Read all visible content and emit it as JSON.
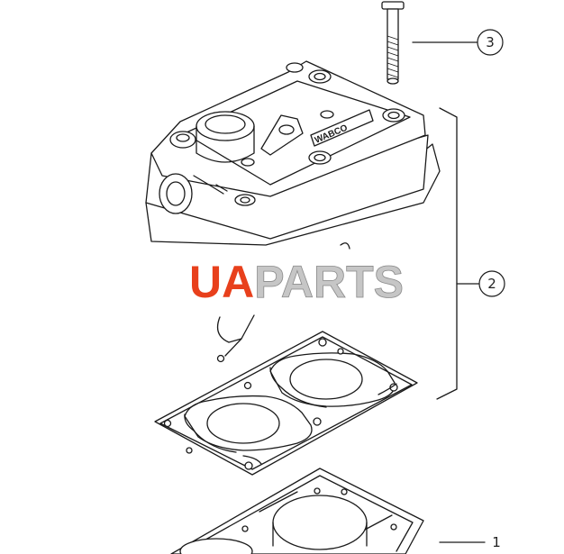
{
  "watermark": {
    "part1": "UA",
    "part2": "PARTS",
    "colors": {
      "part1": "#e8401c",
      "part2": "#c6c6c6"
    }
  },
  "callouts": [
    {
      "id": "1",
      "label": "1"
    },
    {
      "id": "2",
      "label": "2"
    },
    {
      "id": "3",
      "label": "3"
    }
  ],
  "cylinder_head": {
    "logo_text": "WABCO"
  },
  "colors": {
    "line": "#1a1a1a",
    "background": "#ffffff"
  }
}
